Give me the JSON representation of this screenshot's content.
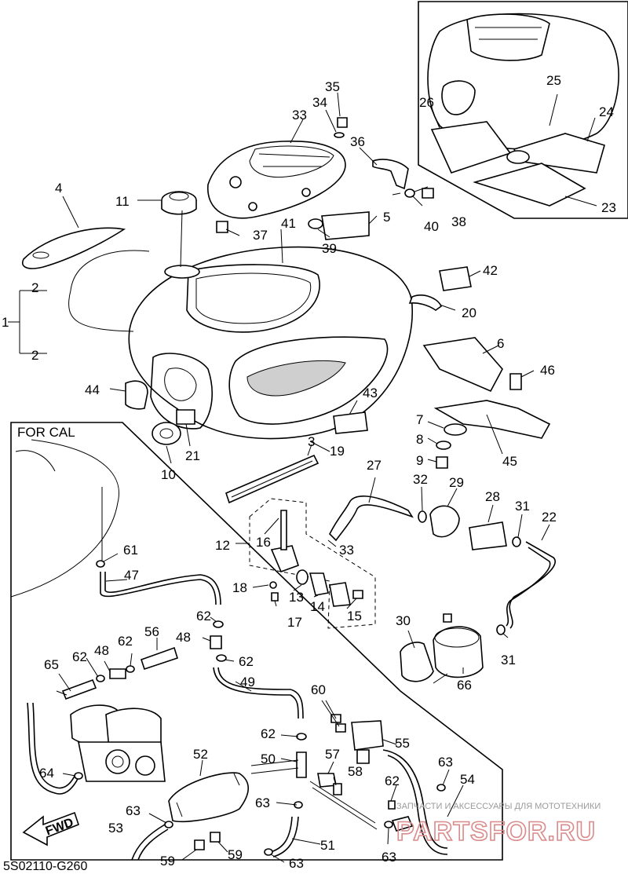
{
  "diagram": {
    "code": "5S02110-G260",
    "for_cal_label": "FOR CAL",
    "fwd_label": "FWD",
    "watermark_small": "ЗАПЧАСТИ И АКСЕССУАРЫ ДЛЯ МОТОТЕХНИКИ",
    "watermark_large": "PARTSFOR.RU",
    "callouts": [
      "1",
      "2",
      "2",
      "3",
      "4",
      "5",
      "6",
      "7",
      "8",
      "9",
      "10",
      "11",
      "12",
      "13",
      "14",
      "15",
      "16",
      "17",
      "18",
      "19",
      "20",
      "21",
      "22",
      "23",
      "24",
      "25",
      "26",
      "27",
      "28",
      "29",
      "30",
      "31",
      "31",
      "32",
      "33",
      "33",
      "34",
      "35",
      "36",
      "37",
      "38",
      "39",
      "40",
      "41",
      "42",
      "43",
      "44",
      "45",
      "46",
      "47",
      "48",
      "48",
      "49",
      "50",
      "51",
      "52",
      "53",
      "54",
      "55",
      "56",
      "57",
      "58",
      "59",
      "59",
      "60",
      "61",
      "62",
      "62",
      "62",
      "62",
      "62",
      "62",
      "63",
      "63",
      "63",
      "63",
      "63",
      "64",
      "65",
      "66"
    ]
  }
}
